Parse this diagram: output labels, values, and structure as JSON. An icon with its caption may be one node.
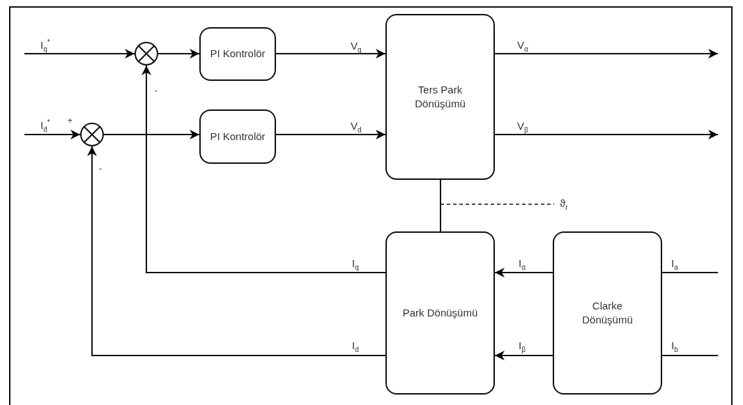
{
  "diagram": {
    "nodes": [
      {
        "text": [],
        "shape": "circle"
      },
      {
        "text": [],
        "shape": "circle"
      },
      {
        "text": [
          "PI Kontrolör"
        ]
      },
      {
        "text": [
          "PI Kontrolör"
        ]
      },
      {
        "text": [
          "Ters Park Dönüşümü"
        ]
      },
      {
        "text": [
          "Park Dönüşümü"
        ]
      },
      {
        "text": [
          "Clarke Dönüşümü"
        ]
      }
    ],
    "edges": [
      {
        "from": null,
        "to": 0,
        "arrow": "to",
        "label": "I$_{q}$$^{*}$"
      },
      {
        "from": 0,
        "to": 2,
        "arrow": "to"
      },
      {
        "from": 2,
        "to": 4,
        "arrow": "to",
        "label": "V$_{q}$"
      },
      {
        "from": null,
        "to": 1,
        "arrow": "to",
        "label": "I$_{d}$$^{*}$"
      },
      {
        "from": 1,
        "to": 3,
        "arrow": "to"
      },
      {
        "from": 3,
        "to": 4,
        "arrow": "to",
        "label": "V$_{d}$"
      },
      {
        "from": 4,
        "to": null,
        "arrow": "to",
        "label": "V$_{α}$"
      },
      {
        "from": 4,
        "to": null,
        "arrow": "to",
        "label": "V$_{β}$"
      },
      {
        "from": 4,
        "to": 5,
        "arrow": "none"
      },
      {
        "from": 5,
        "to": 0,
        "arrow": "to",
        "label": "I$_{q}$"
      },
      {
        "from": 5,
        "to": 1,
        "arrow": "to",
        "label": "I$_{d}$"
      },
      {
        "from": 6,
        "to": 5,
        "arrow": "to",
        "label": "I$_{α}$"
      },
      {
        "from": 6,
        "to": 5,
        "arrow": "to",
        "label": "I$_{β}$"
      },
      {
        "from": null,
        "to": 6,
        "arrow": "none",
        "label": "I$_{a}$"
      },
      {
        "from": null,
        "to": 6,
        "arrow": "none",
        "label": "I$_{b}$"
      }
    ],
    "labels": [
      "+",
      "-",
      "-",
      "ϑ$_{r}$"
    ]
  }
}
